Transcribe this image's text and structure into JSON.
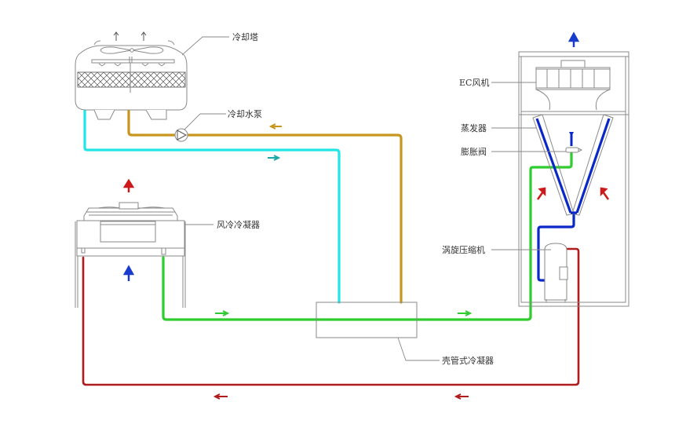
{
  "diagram": {
    "title": "风冷与水冷双冷源制冷系统示意图",
    "colors": {
      "cooling_water_supply": "#20e6e6",
      "cooling_water_return": "#c8961e",
      "liquid_line": "#2ecc2e",
      "discharge_line": "#b01c1c",
      "suction_line": "#0a28c8",
      "hot_air": "#cc1a1a",
      "cold_air": "#1a3ccc",
      "equipment_outline": "#8a8a8a"
    },
    "labels": {
      "cooling_tower": "冷却塔",
      "cooling_pump": "冷却水泵",
      "air_cooled_condenser": "风冷冷凝器",
      "shell_tube_condenser": "壳管式冷凝器",
      "ec_fan": "EC风机",
      "evaporator": "蒸发器",
      "expansion_valve": "膨胀阀",
      "scroll_compressor": "涡旋压缩机"
    },
    "flows": [
      {
        "name": "cooling-water-return-flow",
        "direction": "left",
        "pipe": "cooling_water_return"
      },
      {
        "name": "cooling-water-supply-flow",
        "direction": "right",
        "pipe": "cooling_water_supply"
      },
      {
        "name": "liquid-line-flow-1",
        "direction": "right",
        "pipe": "liquid_line"
      },
      {
        "name": "liquid-line-flow-2",
        "direction": "right",
        "pipe": "liquid_line"
      },
      {
        "name": "discharge-line-flow-1",
        "direction": "left",
        "pipe": "discharge_line"
      },
      {
        "name": "discharge-line-flow-2",
        "direction": "left",
        "pipe": "discharge_line"
      }
    ]
  }
}
